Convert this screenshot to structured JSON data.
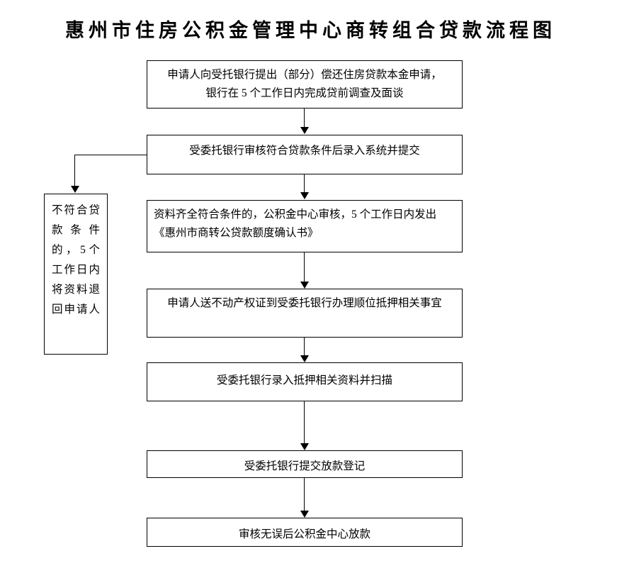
{
  "page": {
    "title": "惠州市住房公积金管理中心商转组合贷款流程图"
  },
  "flowchart": {
    "type": "flowchart",
    "orientation": "top-to-bottom",
    "box_border_color": "#000000",
    "box_fill_color": "#ffffff",
    "connector_color": "#000000",
    "steps": [
      {
        "id": "step-1",
        "order": 1,
        "text": "申请人向受托银行提出（部分）偿还住房贷款本金申请，\n银行在 5 个工作日内完成贷前调查及面谈",
        "align": "center"
      },
      {
        "id": "step-2",
        "order": 2,
        "text": "受委托银行审核符合贷款条件后录入系统并提交",
        "align": "center"
      },
      {
        "id": "step-3",
        "order": 3,
        "text": "资料齐全符合条件的，公积金中心审核，5 个工作日内发出\n《惠州市商转公贷款额度确认书》",
        "align": "left"
      },
      {
        "id": "step-4",
        "order": 4,
        "text": "申请人送不动产权证到受委托银行办理顺位抵押相关事宜",
        "align": "center"
      },
      {
        "id": "step-5",
        "order": 5,
        "text": "受委托银行录入抵押相关资料并扫描",
        "align": "center"
      },
      {
        "id": "step-6",
        "order": 6,
        "text": "受委托银行提交放款登记",
        "align": "center"
      },
      {
        "id": "step-7",
        "order": 7,
        "text": "审核无误后公积金中心放款",
        "align": "center"
      }
    ],
    "branch": {
      "id": "step-reject",
      "from_step": "step-2",
      "direction": "left",
      "text": "不符合贷款条件的，5个工作日内将资料退回申请人"
    },
    "connectors": [
      {
        "from": "step-1",
        "to": "step-2",
        "style": "vertical-arrow"
      },
      {
        "from": "step-2",
        "to": "step-3",
        "style": "vertical-arrow"
      },
      {
        "from": "step-3",
        "to": "step-4",
        "style": "vertical-arrow"
      },
      {
        "from": "step-4",
        "to": "step-5",
        "style": "vertical-arrow"
      },
      {
        "from": "step-5",
        "to": "step-6",
        "style": "vertical-arrow"
      },
      {
        "from": "step-6",
        "to": "step-7",
        "style": "vertical-arrow"
      },
      {
        "from": "step-2",
        "to": "step-reject",
        "style": "elbow-arrow-left"
      }
    ]
  }
}
